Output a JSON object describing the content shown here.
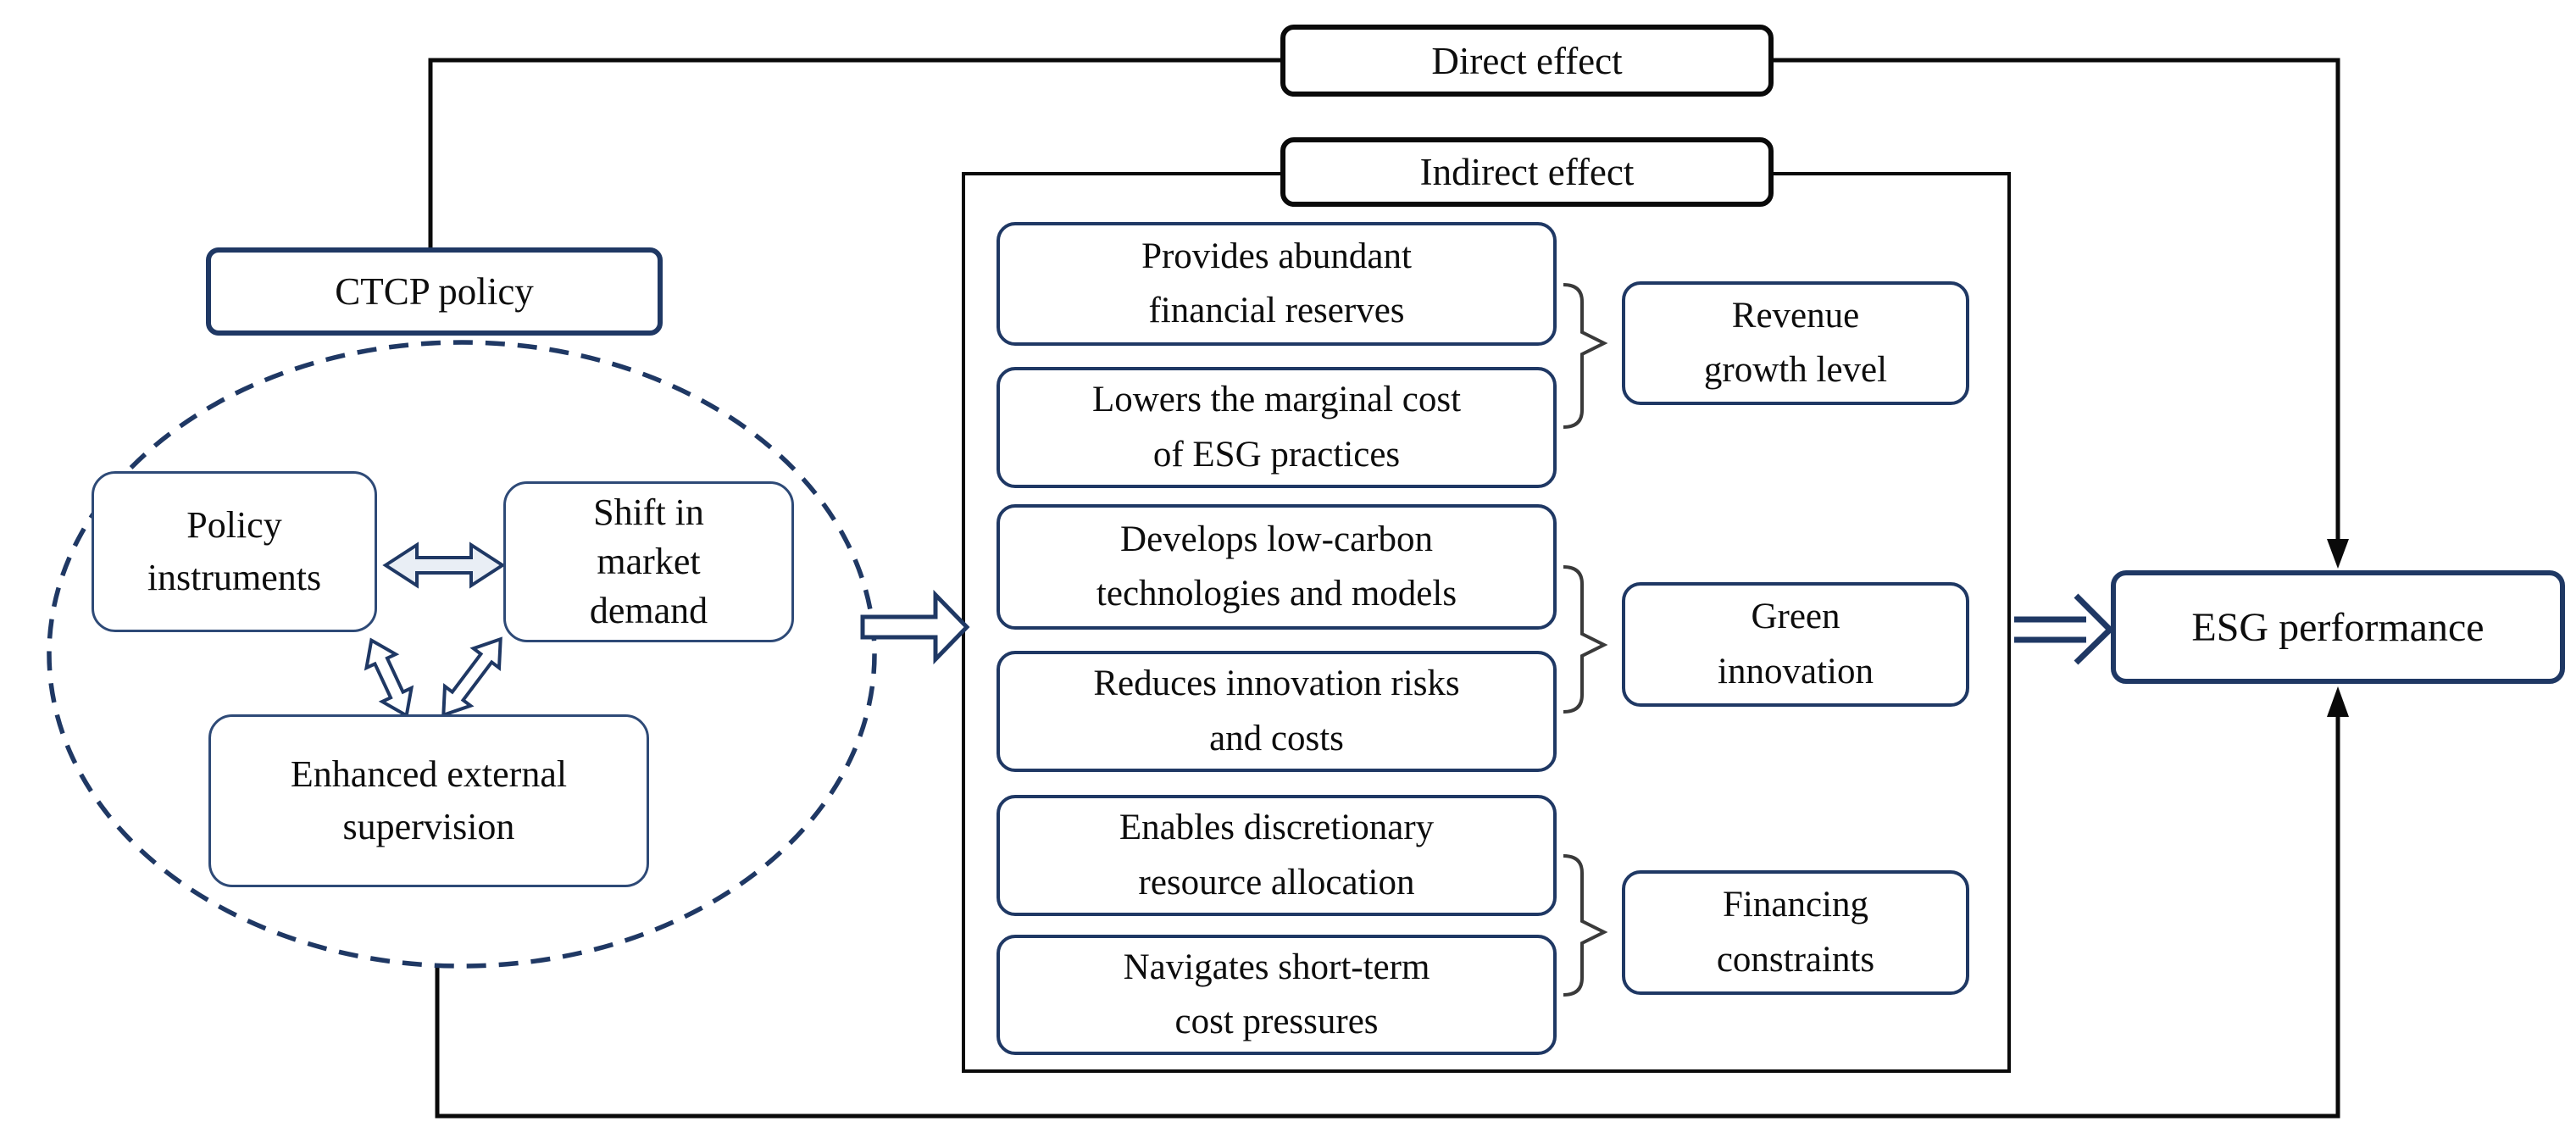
{
  "figure": {
    "type": "concept-diagram",
    "colors": {
      "navy": "#1f3864",
      "line_black": "#0a0a0a",
      "bracket_gray": "#3a3a3a",
      "arrow_fill": "#ffffff",
      "harrow_fill": "#e9eef5"
    },
    "direct_effect": {
      "label": "Direct effect"
    },
    "indirect_effect": {
      "label": "Indirect effect"
    },
    "ctcp_policy": {
      "label": "CTCP policy"
    },
    "policy_drivers": {
      "policy_instruments": {
        "label": "Policy instruments",
        "lines": [
          "Policy",
          "instruments"
        ]
      },
      "shift_in_market_demand": {
        "label": "Shift in market demand",
        "lines": [
          "Shift in",
          "market",
          "demand"
        ]
      },
      "enhanced_external_supervision": {
        "label": "Enhanced external supervision",
        "lines": [
          "Enhanced external",
          "supervision"
        ]
      }
    },
    "mechanisms": [
      {
        "inputs": [
          {
            "label": "Provides abundant financial reserves",
            "lines": [
              "Provides abundant",
              "financial reserves"
            ]
          },
          {
            "label": "Lowers the marginal cost of ESG practices",
            "lines": [
              "Lowers the marginal cost",
              "of ESG practices"
            ]
          }
        ],
        "mediator": {
          "label": "Revenue growth level",
          "lines": [
            "Revenue",
            "growth level"
          ]
        }
      },
      {
        "inputs": [
          {
            "label": "Develops low-carbon technologies and models",
            "lines": [
              "Develops low-carbon",
              "technologies and models"
            ]
          },
          {
            "label": "Reduces innovation risks and costs",
            "lines": [
              "Reduces innovation risks",
              "and costs"
            ]
          }
        ],
        "mediator": {
          "label": "Green innovation",
          "lines": [
            "Green",
            "innovation"
          ]
        }
      },
      {
        "inputs": [
          {
            "label": "Enables discretionary resource allocation",
            "lines": [
              "Enables discretionary",
              "resource allocation"
            ]
          },
          {
            "label": "Navigates short-term cost pressures",
            "lines": [
              "Navigates short-term",
              "cost pressures"
            ]
          }
        ],
        "mediator": {
          "label": "Financing constraints",
          "lines": [
            "Financing",
            "constraints"
          ]
        }
      }
    ],
    "esg_performance": {
      "label": "ESG performance"
    }
  }
}
